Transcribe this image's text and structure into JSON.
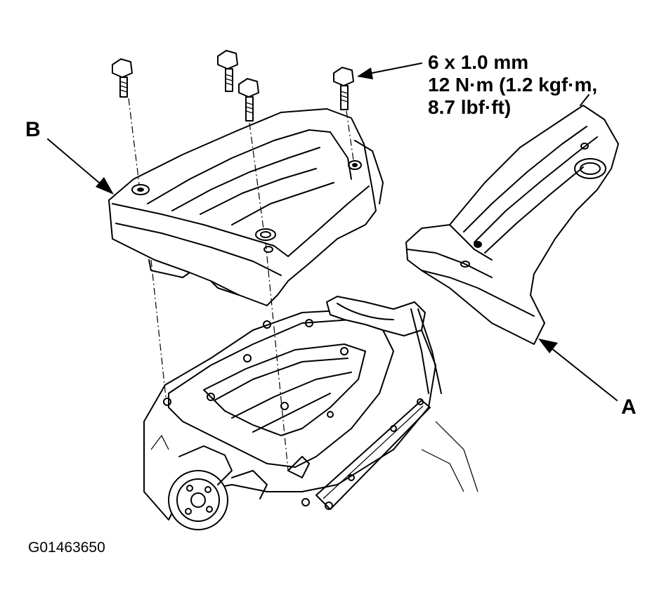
{
  "labels": {
    "a": "A",
    "b": "B"
  },
  "spec": {
    "line1": "6 x 1.0 mm",
    "line2": "12 N·m (1.2 kgf·m,",
    "line3": "8.7 lbf·ft)"
  },
  "figure_id": "G01463650"
}
